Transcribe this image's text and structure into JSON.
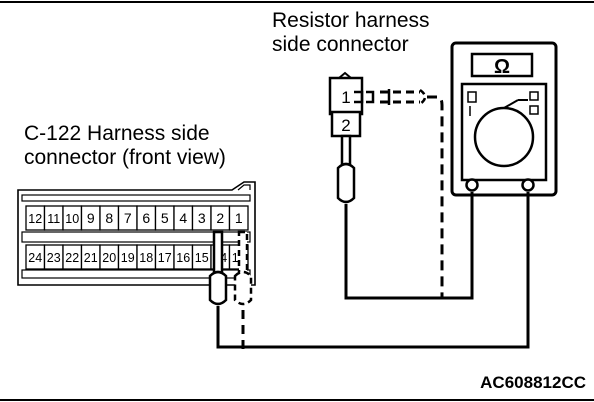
{
  "labels": {
    "resistor_connector": [
      "Resistor harness",
      "side connector"
    ],
    "c122_connector": [
      "C-122 Harness side",
      "connector (front view)"
    ],
    "figure_code": "AC608812CC"
  },
  "meter": {
    "symbol": "Ω"
  },
  "resistor_pins": [
    "1",
    "2"
  ],
  "c122_pins": {
    "top_row": [
      "12",
      "11",
      "10",
      "9",
      "8",
      "7",
      "6",
      "5",
      "4",
      "3",
      "2",
      "1"
    ],
    "bottom_row": [
      "24",
      "23",
      "22",
      "21",
      "20",
      "19",
      "18",
      "17",
      "16",
      "15",
      "14",
      "13"
    ]
  }
}
